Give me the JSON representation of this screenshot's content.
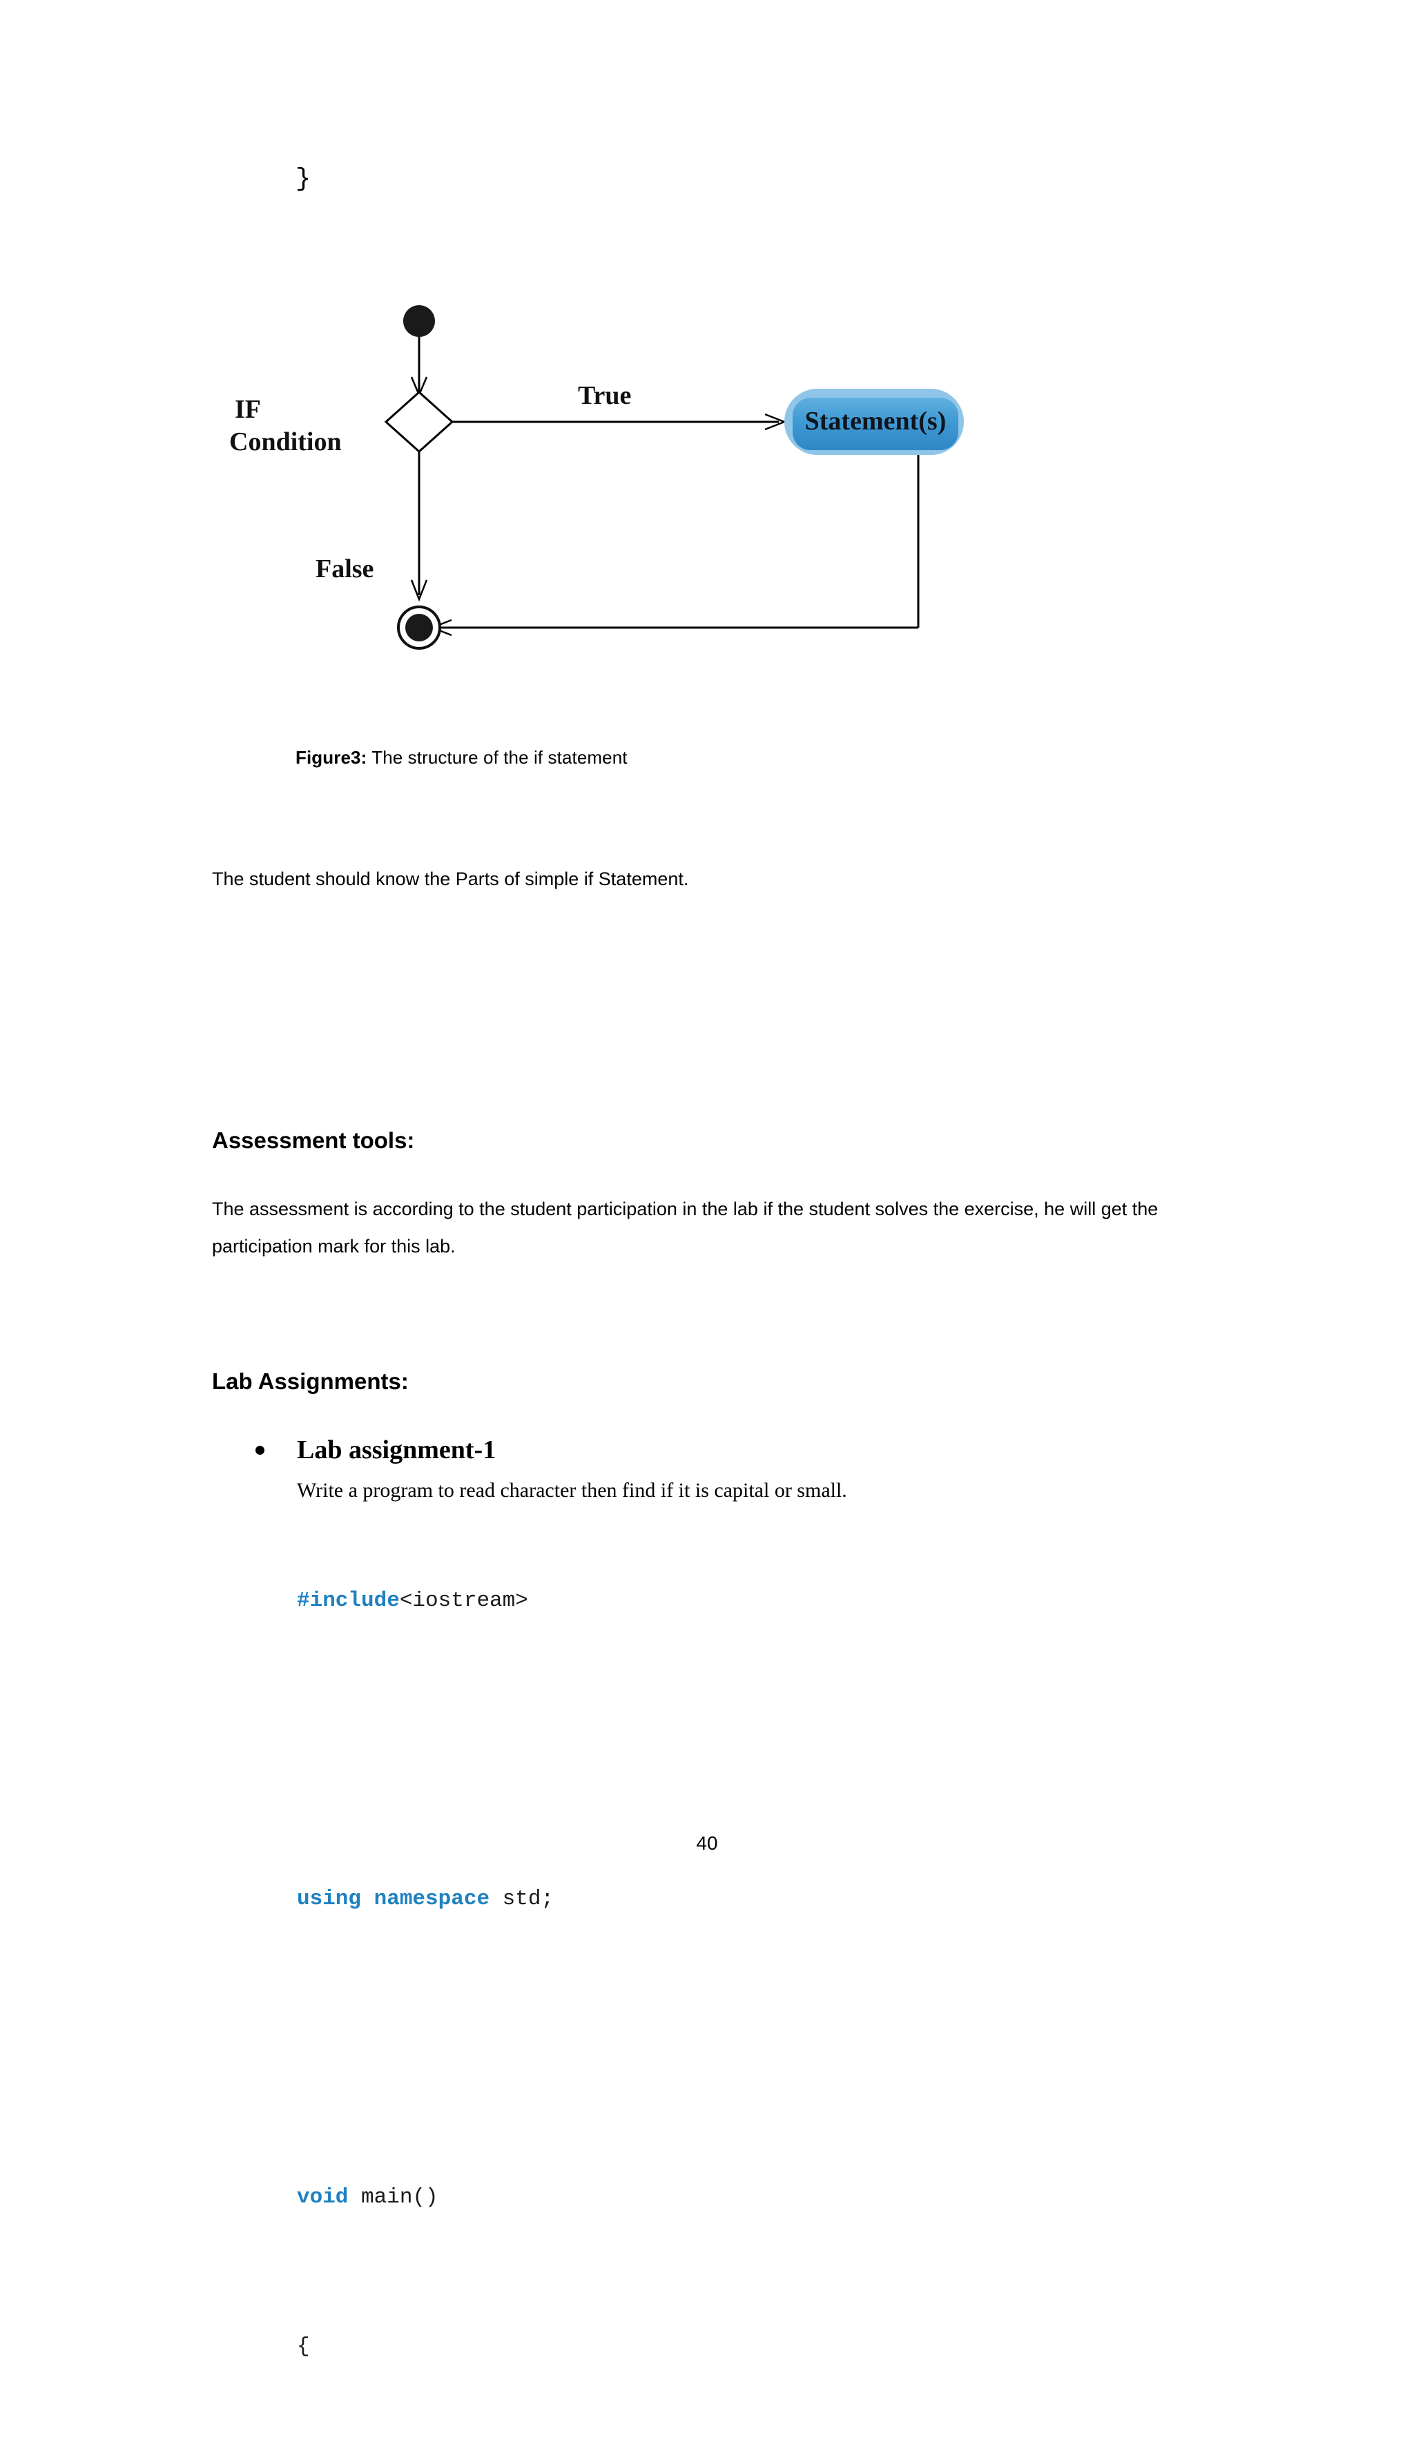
{
  "document": {
    "top_code_fragment": "}",
    "page_number": "40"
  },
  "figure": {
    "caption_label": "Figure3:",
    "caption_text": " The structure of the if statement",
    "diagram": {
      "type": "uml-activity-diagram",
      "nodes": {
        "start": "initial-node",
        "decision_label_line1": "IF",
        "decision_label_line2": "Condition",
        "action": "Statement(s)",
        "end": "final-node"
      },
      "edges": {
        "true_label": "True",
        "false_label": "False"
      },
      "colors": {
        "action_fill_light": "#8fc6e8",
        "action_fill_mid": "#3f9ad4",
        "action_fill_dark": "#2b7cb5",
        "stroke": "#000000"
      }
    }
  },
  "content": {
    "student_note": "The student should know the Parts of simple if Statement.",
    "assessment_heading": "Assessment tools:",
    "assessment_paragraph": "The assessment is according to the student participation in the lab if the student solves the exercise, he will get the participation mark for this lab.",
    "lab_assignments_heading": "Lab Assignments:",
    "assignment": {
      "title": "Lab assignment-1",
      "description": "Write a program to read character then find if it is capital or small."
    }
  },
  "code": {
    "lines": [
      {
        "keyword": "#include",
        "rest": "<iostream>"
      },
      {
        "keyword": "",
        "rest": ""
      },
      {
        "keyword": "using namespace",
        "rest": " std;"
      },
      {
        "keyword": "",
        "rest": ""
      },
      {
        "keyword": "void",
        "rest": " main()"
      },
      {
        "keyword": "",
        "rest": "{"
      }
    ]
  }
}
